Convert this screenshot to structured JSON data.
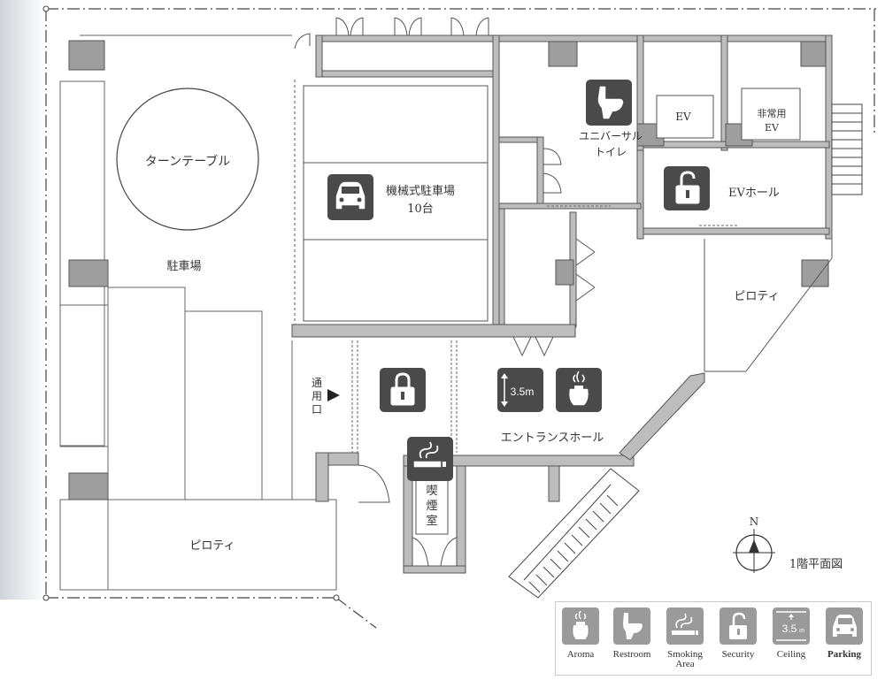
{
  "plan": {
    "labels": {
      "turntable": "ターンテーブル",
      "parking_left": "駐車場",
      "mech_parking_1": "機械式駐車場",
      "mech_parking_2": "10台",
      "universal_toilet_1": "ユニバーサル",
      "universal_toilet_2": "トイレ",
      "ev": "EV",
      "emergency_ev_1": "非常用",
      "emergency_ev_2": "EV",
      "ev_hall": "EVホール",
      "piloti_right": "ピロティ",
      "piloti_bottom": "ピロティ",
      "service_entrance_1": "通",
      "service_entrance_2": "用",
      "service_entrance_3": "口",
      "entrance_hall": "エントランスホール",
      "smoking_1": "喫",
      "smoking_2": "煙",
      "smoking_3": "室",
      "ceiling_height": "3.5m",
      "north": "N",
      "floor_title": "1階平面図"
    },
    "colors": {
      "wall": "#9e9e9e",
      "line": "#555555",
      "icon": "#4a4a4a",
      "legend_icon": "#9a9a9a"
    }
  },
  "legend": {
    "items": [
      {
        "icon": "aroma-icon",
        "label": "Aroma"
      },
      {
        "icon": "restroom-icon",
        "label": "Restroom"
      },
      {
        "icon": "smoking-area-icon",
        "label_1": "Smoking",
        "label_2": "Area"
      },
      {
        "icon": "security-icon",
        "label": "Security"
      },
      {
        "icon": "ceiling-icon",
        "label": "Ceiling",
        "icon_text": "3.5"
      },
      {
        "icon": "parking-icon",
        "label": "Parking"
      }
    ]
  }
}
